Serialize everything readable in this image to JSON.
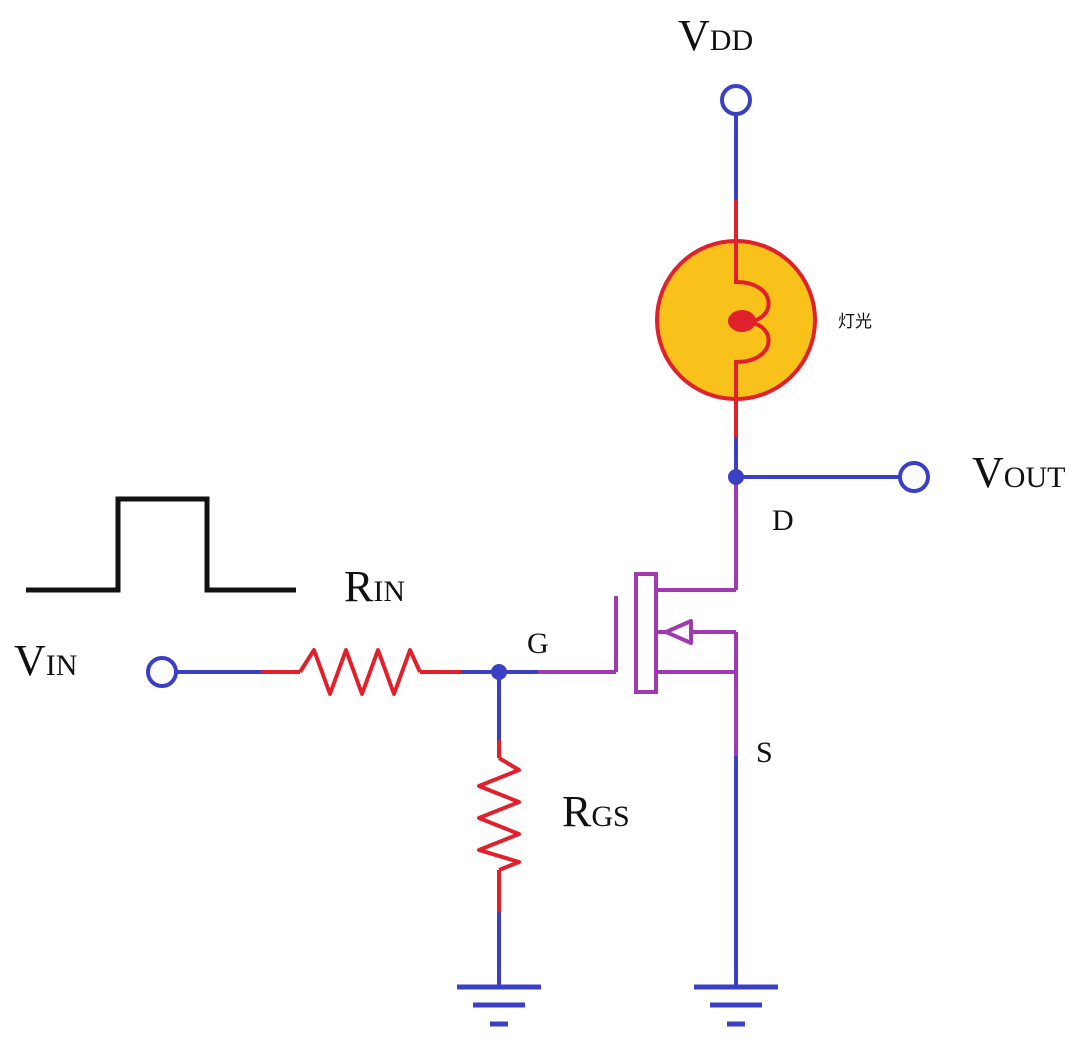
{
  "labels": {
    "vdd_main": "V",
    "vdd_sub": "DD",
    "vout_main": "V",
    "vout_sub": "OUT",
    "vin_main": "V",
    "vin_sub": "IN",
    "rin_main": "R",
    "rin_sub": "IN",
    "rgs_main": "R",
    "rgs_sub": "GS",
    "drain": "D",
    "gate": "G",
    "source": "S",
    "lamp": "灯光"
  },
  "colors": {
    "wire": "#3a3fc4",
    "resistor": "#e0202a",
    "mosfet": "#a03ab0",
    "lamp_fill": "#f8c21a",
    "lamp_ring": "#e0202a",
    "pulse": "#111111"
  }
}
